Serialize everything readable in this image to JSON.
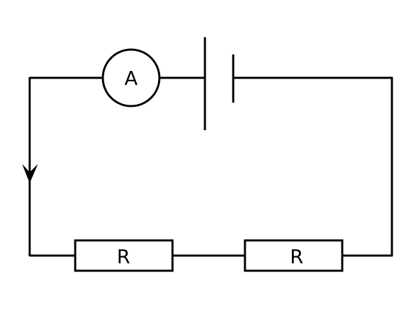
{
  "ammeter": {
    "label": "A"
  },
  "resistors": [
    {
      "label": "R"
    },
    {
      "label": "R"
    }
  ],
  "colors": {
    "stroke": "#000000",
    "background": "#ffffff"
  }
}
